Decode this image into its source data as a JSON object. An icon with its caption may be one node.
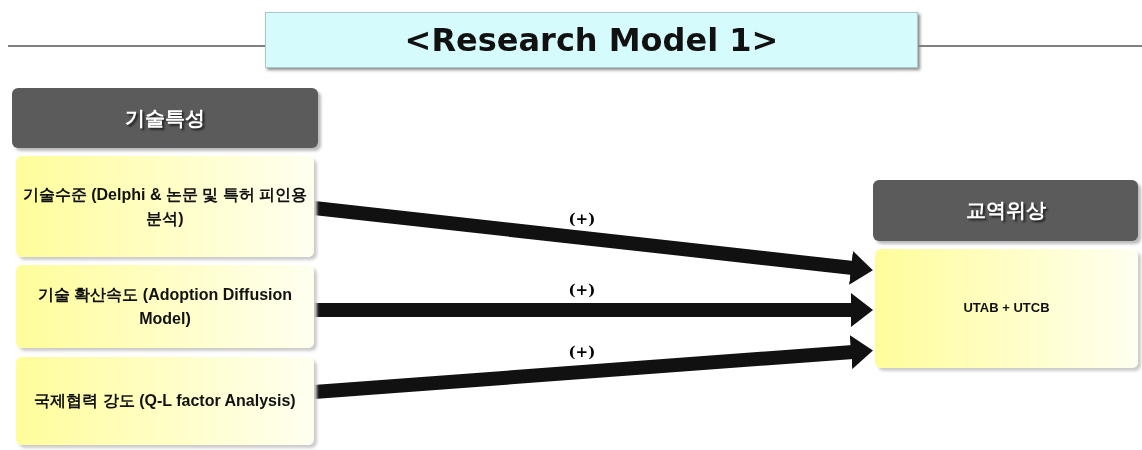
{
  "diagram": {
    "title": "<Research Model 1>",
    "nodes": [
      {
        "text": [
          "기술특성"
        ]
      },
      {
        "text": [
          "기술수준 (Delphi & 논문 및 특허 피인용 분석)"
        ]
      },
      {
        "text": [
          "기술 확산속도 (Adoption Diffusion Model)"
        ]
      },
      {
        "text": [
          "국제협력 강도 (Q-L factor Analysis)"
        ]
      },
      {
        "text": [
          "교역위상"
        ]
      },
      {
        "text": [
          "UTAB + UTCB"
        ]
      }
    ],
    "edges": [
      {
        "from": 1,
        "to": 5,
        "arrow": "to",
        "label": "(+)"
      },
      {
        "from": 2,
        "to": 5,
        "arrow": "to",
        "label": "(+)"
      },
      {
        "from": 3,
        "to": 5,
        "arrow": "to",
        "label": "(+)"
      }
    ]
  }
}
